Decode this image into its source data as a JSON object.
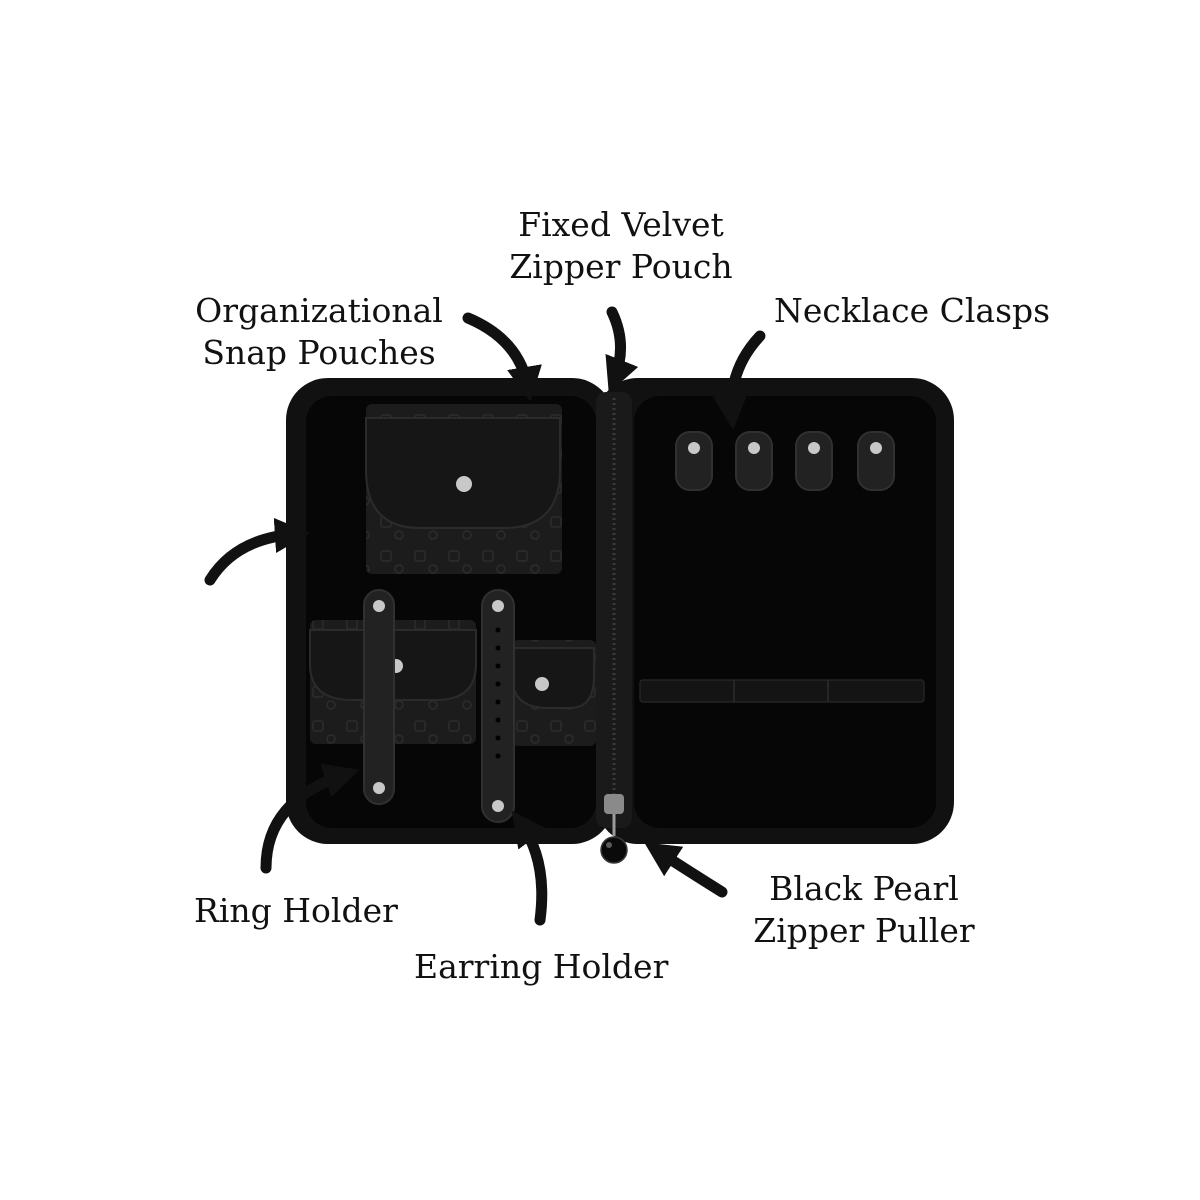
{
  "labels": {
    "fixed_velvet_pouch": {
      "line1": "Fixed Velvet",
      "line2": "Zipper Pouch"
    },
    "snap_pouches": {
      "line1": "Organizational",
      "line2": "Snap Pouches"
    },
    "necklace_clasps": {
      "line1": "Necklace Clasps"
    },
    "ring_holder": {
      "line1": "Ring Holder"
    },
    "earring_holder": {
      "line1": "Earring Holder"
    },
    "zipper_puller": {
      "line1": "Black Pearl",
      "line2": "Zipper Puller"
    }
  },
  "colors": {
    "case_body": "#111111",
    "case_interior": "#060606",
    "pouch": "#1c1c1c",
    "strap": "#222222",
    "snap_metal": "#c8c8c8",
    "arrow": "#111111",
    "text": "#111111"
  }
}
